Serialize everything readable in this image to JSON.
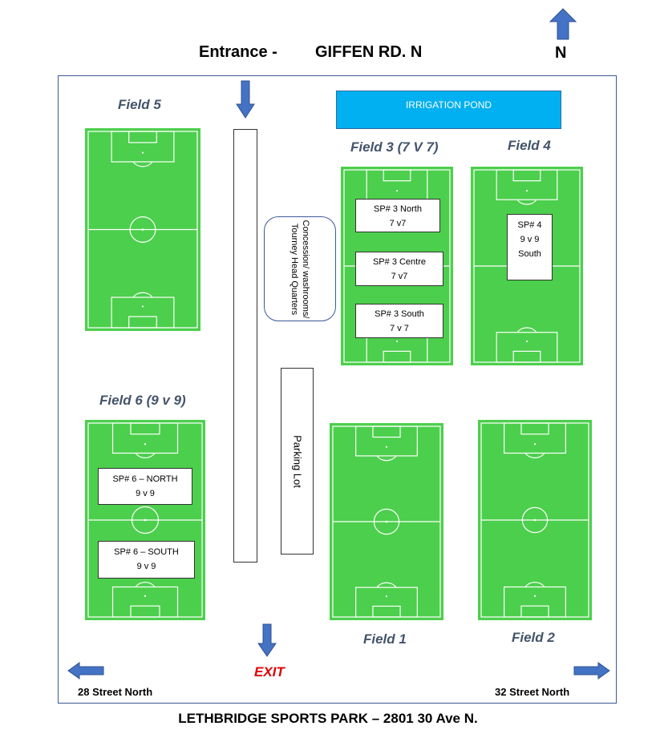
{
  "header": {
    "entrance_label": "Entrance  -",
    "road_name": "GIFFEN RD. N",
    "north_label": "N"
  },
  "fields": {
    "field5": "Field 5",
    "field3": "Field 3 (7 V 7)",
    "field4": "Field 4",
    "field6": "Field 6 (9 v 9)",
    "field1": "Field 1",
    "field2": "Field 2"
  },
  "subfields": {
    "sp3_north": [
      "SP# 3 North",
      "7 v7"
    ],
    "sp3_centre": [
      "SP# 3 Centre",
      "7 v7"
    ],
    "sp3_south": [
      "SP# 3 South",
      "7 v 7"
    ],
    "sp4": [
      "SP# 4",
      "9 v 9",
      "South"
    ],
    "sp6_north": [
      "SP# 6 – NORTH",
      "9 v 9"
    ],
    "sp6_south": [
      "SP# 6 – SOUTH",
      "9 v 9"
    ]
  },
  "facilities": {
    "pond": "IRRIGATION POND",
    "hq": "Concession/ washrooms/ Tourney Head Quarters",
    "parking": "Parking Lot"
  },
  "exit_label": "EXIT",
  "streets": {
    "west": "28 Street North",
    "east": "32 Street North"
  },
  "footer": "LETHBRIDGE SPORTS PARK – 2801 30 Ave N.",
  "colors": {
    "field_green": "#4ccf4c",
    "arrow_blue": "#4472c4",
    "pond_blue": "#00b0f0",
    "label_gray": "#44546a",
    "exit_red": "#e00000"
  }
}
